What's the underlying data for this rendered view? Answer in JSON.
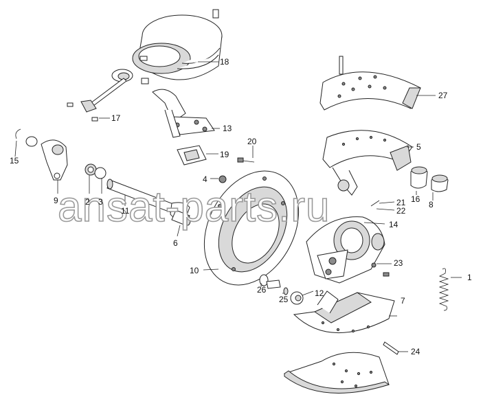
{
  "watermark": "ansat-parts.ru",
  "callouts": [
    "1",
    "2",
    "3",
    "4",
    "5",
    "6",
    "7",
    "8",
    "9",
    "10",
    "11",
    "12",
    "13",
    "14",
    "15",
    "16",
    "17",
    "18",
    "19",
    "20",
    "21",
    "22",
    "23",
    "24",
    "25",
    "26",
    "27"
  ]
}
